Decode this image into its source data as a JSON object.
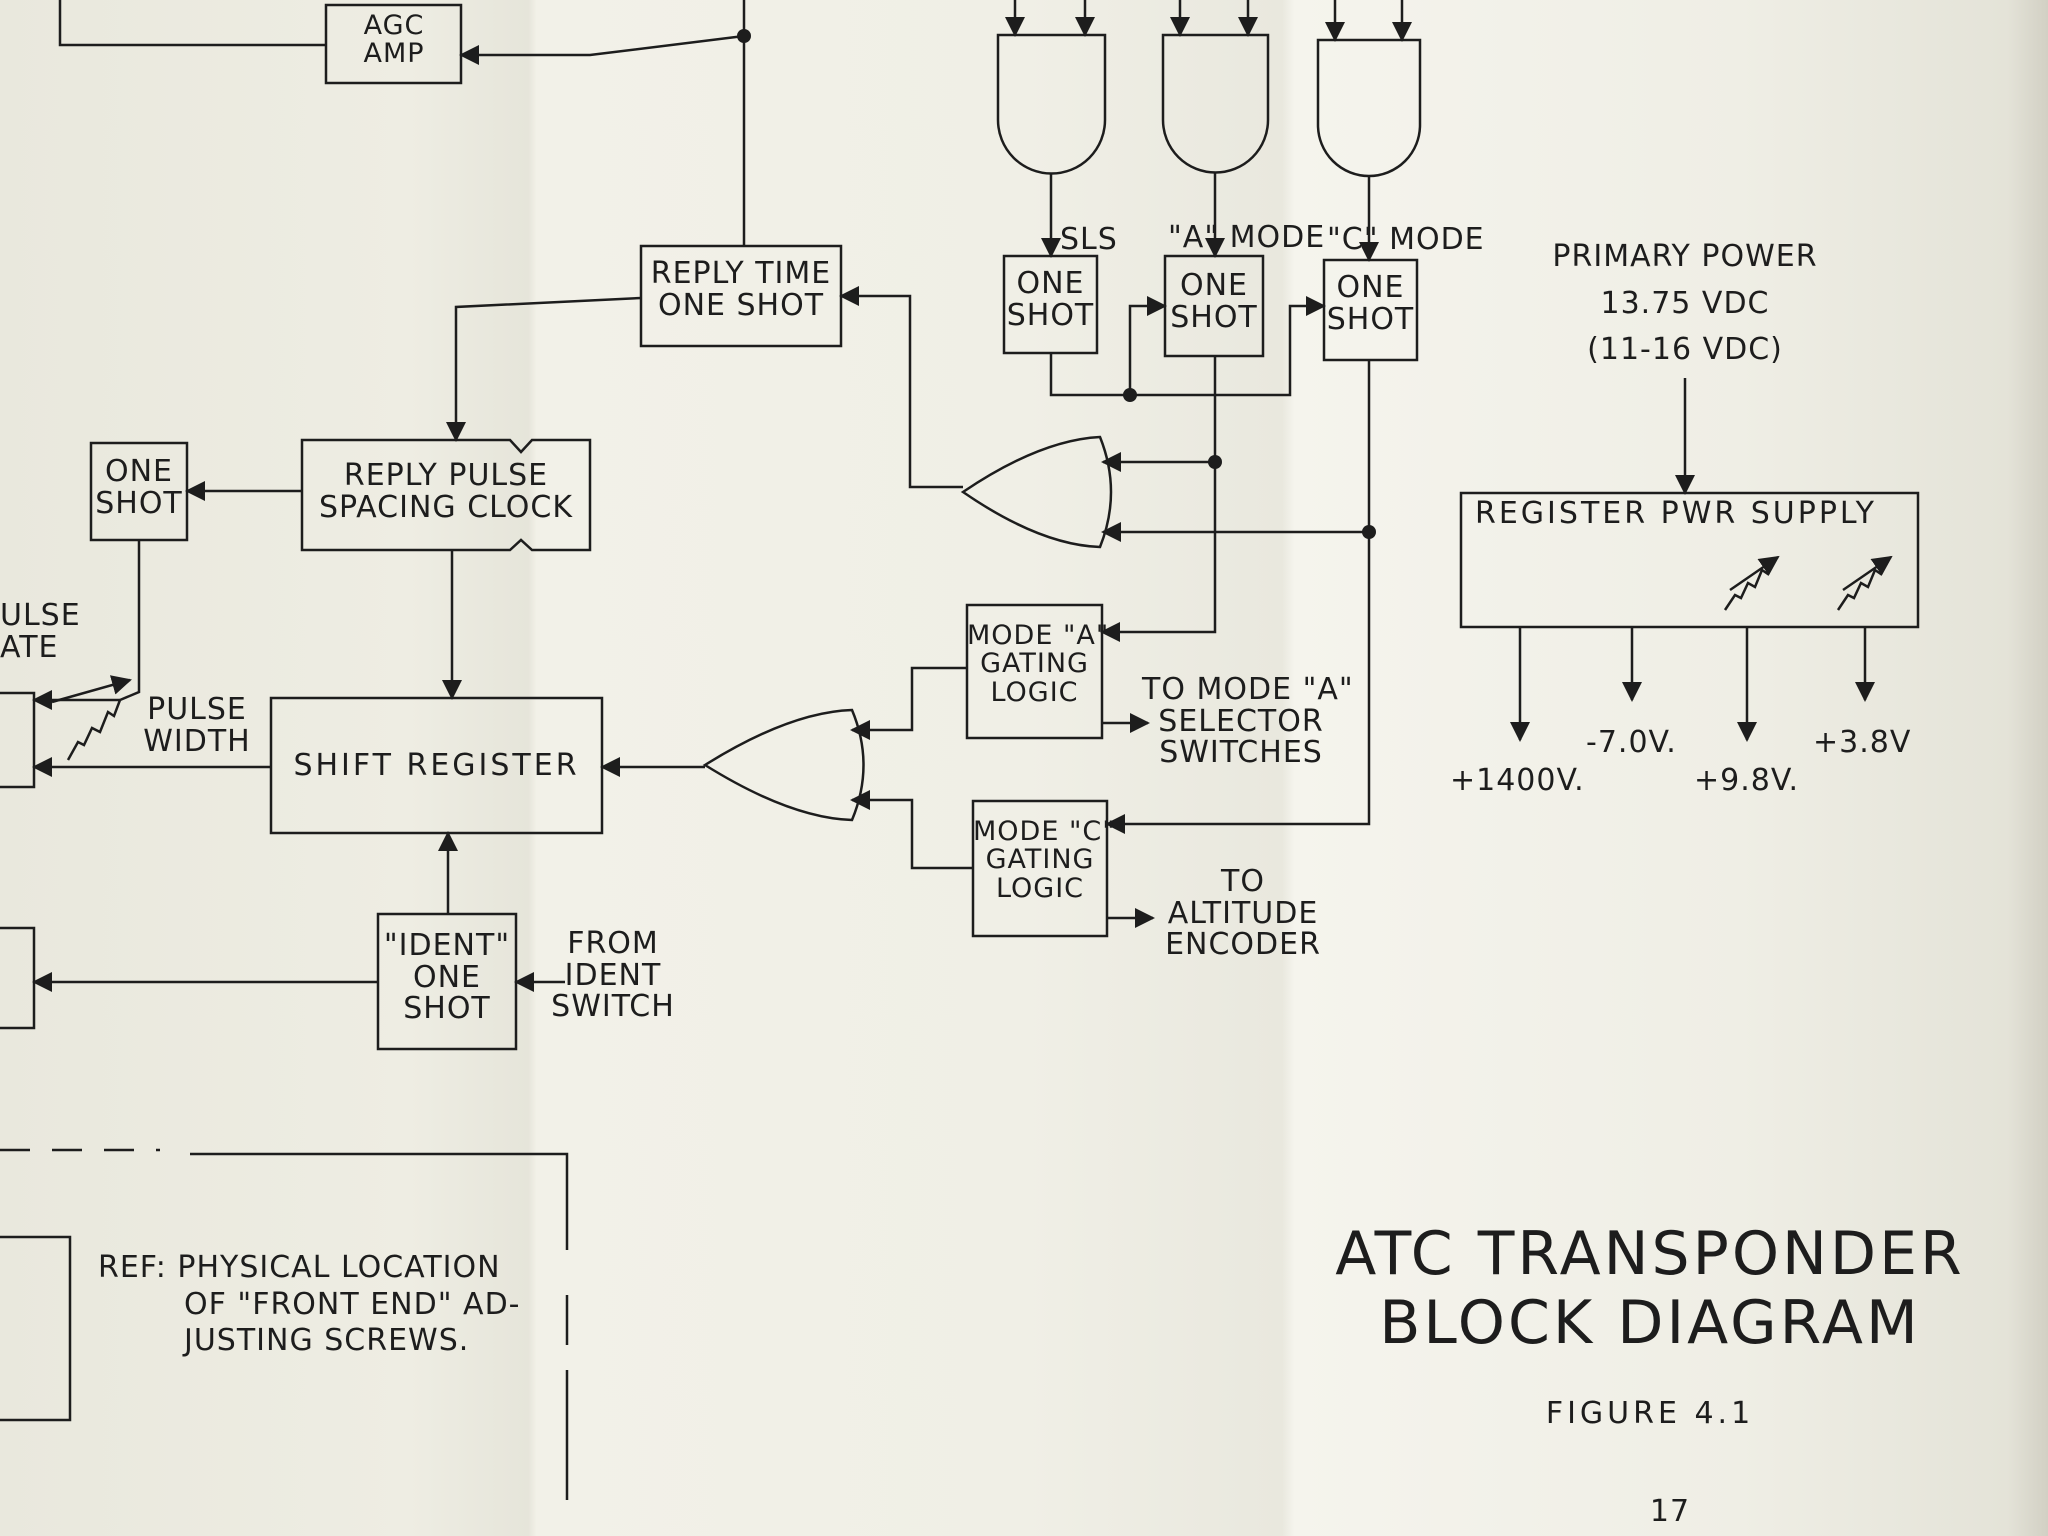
{
  "title": {
    "line1": "ATC TRANSPONDER",
    "line2": "BLOCK DIAGRAM",
    "figure": "FIGURE 4.1",
    "page_number": "17"
  },
  "blocks": {
    "agc_amp": {
      "line1": "AGC",
      "line2": "AMP"
    },
    "reply_time_one_shot": {
      "line1": "REPLY TIME",
      "line2": "ONE SHOT"
    },
    "one_shot_left": {
      "line1": "ONE",
      "line2": "SHOT"
    },
    "reply_pulse_spacing_clock": {
      "line1": "REPLY PULSE",
      "line2": "SPACING CLOCK"
    },
    "shift_register": {
      "label": "SHIFT REGISTER"
    },
    "ident_one_shot": {
      "line1": "\"IDENT\"",
      "line2": "ONE",
      "line3": "SHOT"
    },
    "one_shot_sls": {
      "line1": "ONE",
      "line2": "SHOT"
    },
    "one_shot_a": {
      "line1": "ONE",
      "line2": "SHOT"
    },
    "one_shot_c": {
      "line1": "ONE",
      "line2": "SHOT"
    },
    "mode_a_gating": {
      "line1": "MODE \"A\"",
      "line2": "GATING",
      "line3": "LOGIC"
    },
    "mode_c_gating": {
      "line1": "MODE \"C\"",
      "line2": "GATING",
      "line3": "LOGIC"
    },
    "register_pwr_supply": {
      "label": "REGISTER PWR SUPPLY"
    }
  },
  "labels": {
    "sls": "SLS",
    "a_mode": "\"A\" MODE",
    "c_mode": "\"C\" MODE",
    "pulse_gate_cut": {
      "line1": "ULSE",
      "line2": "ATE"
    },
    "pulse_width": {
      "line1": "PULSE",
      "line2": "WIDTH"
    },
    "from_ident_switch": {
      "line1": "FROM",
      "line2": "IDENT",
      "line3": "SWITCH"
    },
    "to_mode_a_selector": {
      "line1": "TO MODE \"A\"",
      "line2": "SELECTOR",
      "line3": "SWITCHES"
    },
    "to_altitude_encoder": {
      "line1": "TO",
      "line2": "ALTITUDE",
      "line3": "ENCODER"
    },
    "primary_power": {
      "line1": "PRIMARY POWER",
      "line2": "13.75 VDC",
      "line3": "(11-16 VDC)"
    },
    "voltages": {
      "v1400": "+1400V.",
      "vm7": "-7.0V.",
      "v98": "+9.8V.",
      "v38": "+3.8V"
    },
    "ref_note": {
      "line1": "REF: PHYSICAL LOCATION",
      "line2": "OF \"FRONT END\" AD-",
      "line3": "JUSTING SCREWS."
    }
  },
  "colors": {
    "ink": "#1d1d1d",
    "paper": "#efeee5"
  }
}
